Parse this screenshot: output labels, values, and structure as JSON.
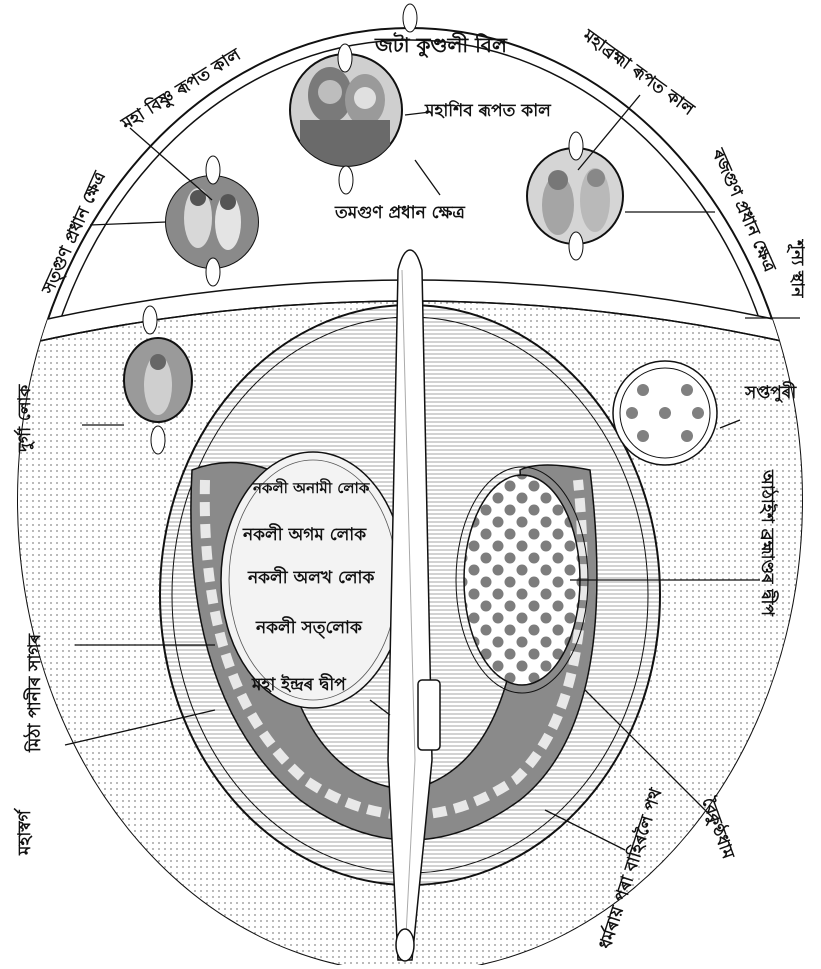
{
  "labels": {
    "jata_kunduli_bil": "জটা কুণ্ডলী বিল",
    "mahashiv_rupat_kal": "মহাশিব ৰূপত কাল",
    "tamogun_pradhan_kshetra": "তমগুণ প্ৰধান ক্ষেত্ৰ",
    "maha_vishnu_rupat_kal": "মহা বিষ্ণু ৰূপত কাল",
    "satogun_pradhan_kshetra": "সত্গুণ প্ৰধান ক্ষেত্ৰ",
    "mahabrahma_rupat_kal": "মহাব্ৰহ্মা ৰূপত কাল",
    "rajogun_pradhan_kshetra": "ৰজগুণ প্ৰধান ক্ষেত্ৰ",
    "shunya_sthan": "শূন্য স্থান",
    "saptapuri": "সপ্তপুৰী",
    "durga_lok": "দুৰ্গা লোক",
    "atharish_dvip": "আঠাইশ ব্ৰহ্মাণ্ডৰ দ্বীপ",
    "mithha_panir_sagar": "মিঠা পানীৰ সাগৰ",
    "mahaswarga": "মহাস্বৰ্গ",
    "baikuntha": "বৈকুণ্ঠধাম",
    "nakali_anami_lok": "নকলী অনামী লোক",
    "nakali_agam_lok": "নকলী অগম লোক",
    "nakali_alakh_lok": "নকলী অলখ লোক",
    "nakali_satlok": "নকলী সত্‌লোক",
    "maha_indra_dvip": "মহা ইন্দ্ৰৰ দ্বীপ",
    "bottom_label": "ধৰ্মৰায় পৰা বাহিৰলৈ পথ"
  },
  "colors": {
    "ink": "#111111",
    "pattern_ink": "#8a8a8a",
    "foliage": "#7d7d7d",
    "dot_fill": "#808080"
  }
}
